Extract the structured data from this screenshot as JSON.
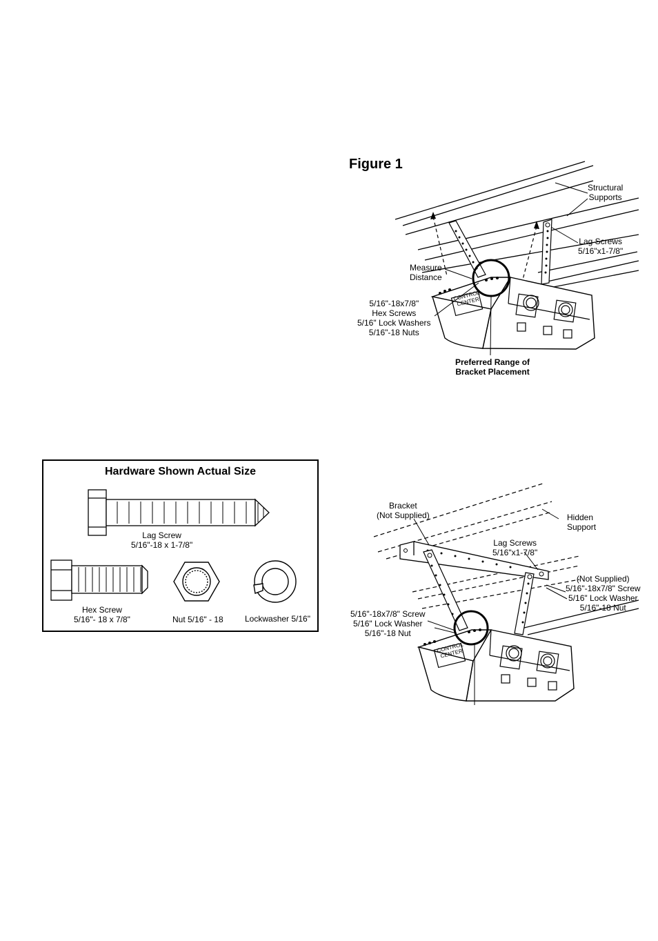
{
  "figure1": {
    "title": "Figure 1",
    "labels": {
      "structural_supports_1": "Structural",
      "structural_supports_2": "Supports",
      "lag_screws_1": "Lag Screws",
      "lag_screws_2": "5/16\"x1-7/8\"",
      "measure_1": "Measure",
      "measure_2": "Distance",
      "hex_1": "5/16\"-18x7/8\"",
      "hex_2": "Hex Screws",
      "hex_3": "5/16\" Lock Washers",
      "hex_4": "5/16\"-18 Nuts",
      "control_1": "CONTROL",
      "control_2": "CENTER",
      "preferred_1": "Preferred Range of",
      "preferred_2": "Bracket Placement"
    }
  },
  "hardware": {
    "title": "Hardware Shown Actual Size",
    "lag_screw_name": "Lag Screw",
    "lag_screw_size": "5/16\"-18 x 1-7/8\"",
    "hex_screw_name": "Hex Screw",
    "hex_screw_size": "5/16\"- 18 x 7/8\"",
    "nut_label": "Nut  5/16\" - 18",
    "lockwasher_label": "Lockwasher  5/16\""
  },
  "figure2": {
    "labels": {
      "bracket_1": "Bracket",
      "bracket_2": "(Not Supplied)",
      "hidden_1": "Hidden",
      "hidden_2": "Support",
      "lag_1": "Lag Screws",
      "lag_2": "5/16\"x1-7/8\"",
      "ns_1": "(Not Supplied)",
      "ns_2": "5/16\"-18x7/8\" Screw",
      "ns_3": "5/16\" Lock Washer",
      "ns_4": "5/16\"-18 Nut",
      "left_1": "5/16\"-18x7/8\" Screw",
      "left_2": "5/16\" Lock Washer",
      "left_3": "5/16\"-18 Nut",
      "control_1": "CONTROL",
      "control_2": "CENTER"
    }
  }
}
